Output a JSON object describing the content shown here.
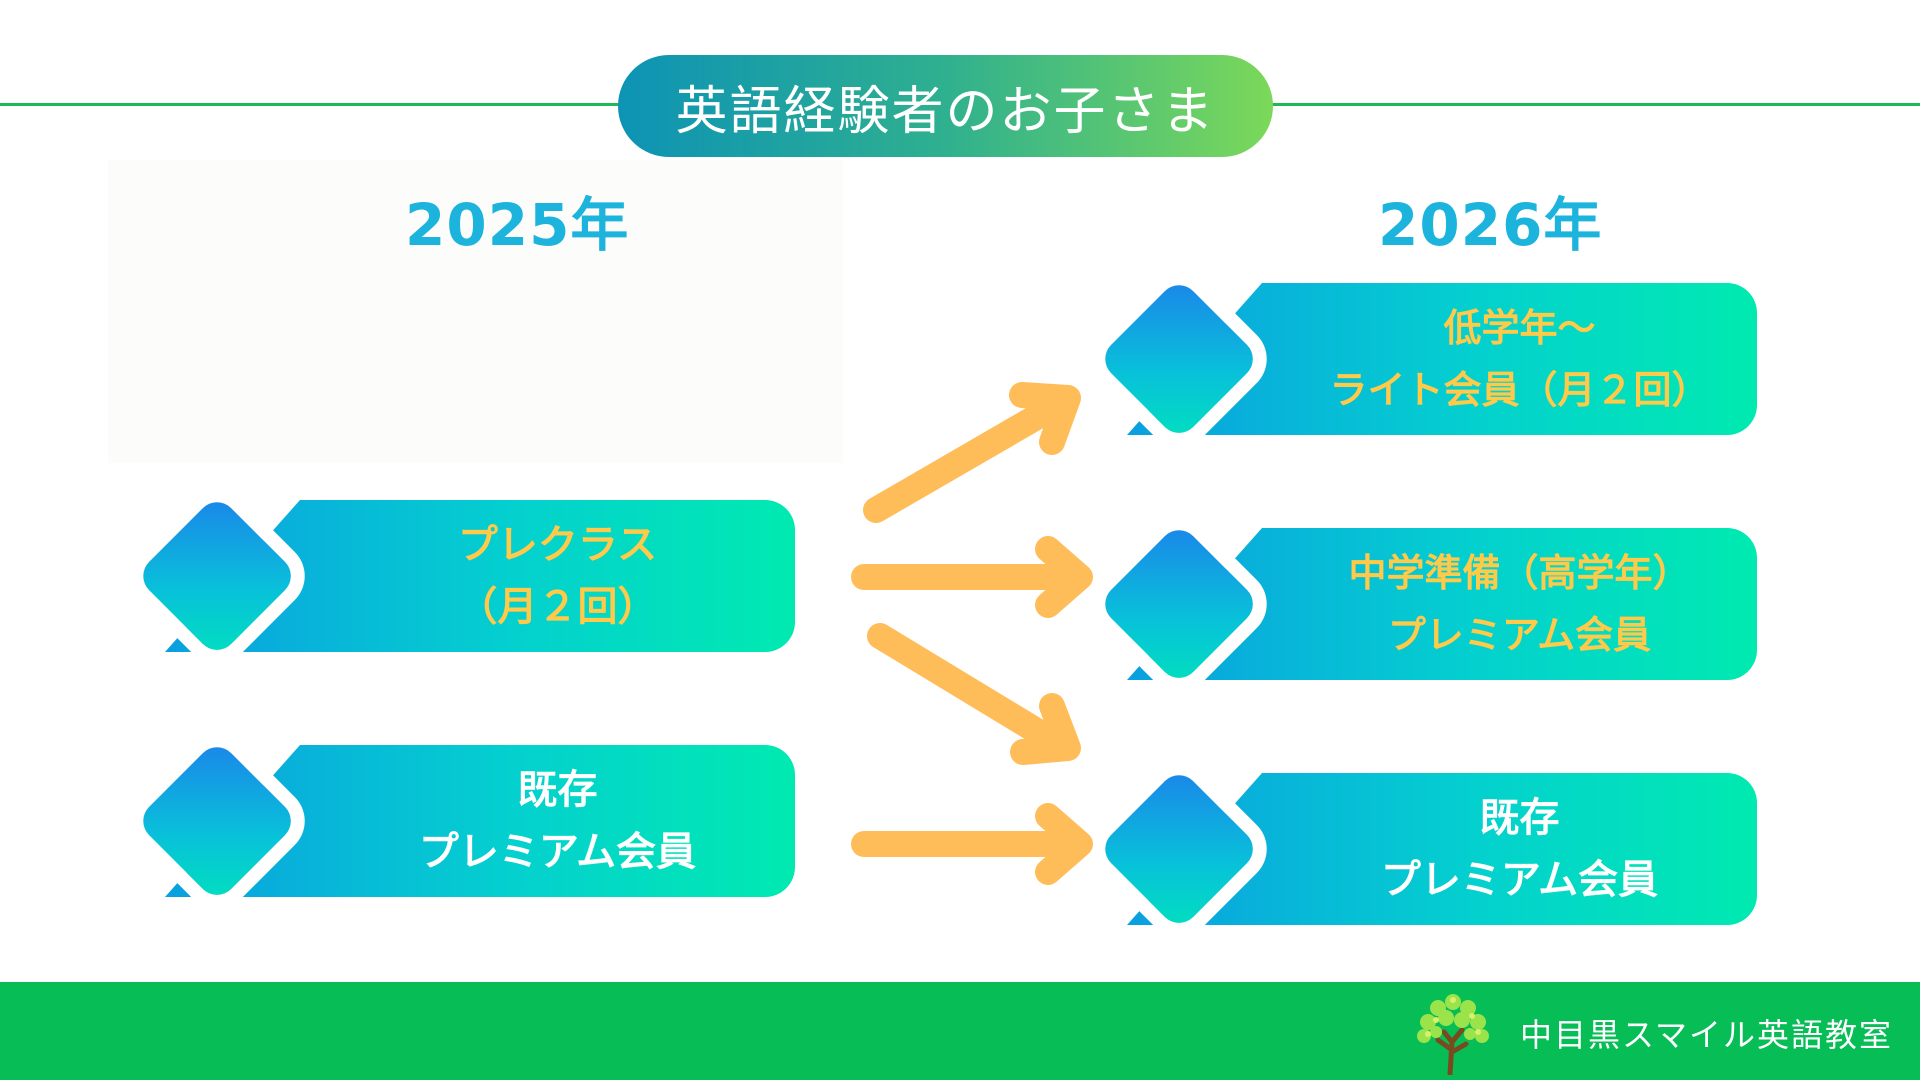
{
  "header": {
    "title": "英語経験者のお子さま"
  },
  "columns": {
    "left_year": "2025年",
    "right_year": "2026年"
  },
  "left_cards": [
    {
      "line1": "プレクラス",
      "line2": "（月２回）"
    },
    {
      "line1": "既存",
      "line2": "プレミアム会員"
    }
  ],
  "right_cards": [
    {
      "line1": "低学年～",
      "line2": "ライト会員（月２回）"
    },
    {
      "line1": "中学準備（高学年）",
      "line2": "プレミアム会員"
    },
    {
      "line1": "既存",
      "line2": "プレミアム会員"
    }
  ],
  "colors": {
    "accent_green": "#1db954",
    "footer_green": "#06bd56",
    "year_blue": "#1cb4dd",
    "label_gold": "#ffc94a",
    "arrow_orange": "#ffbd59"
  },
  "footer": {
    "logo_icon": "tree-icon",
    "school_name": "中目黒スマイル英語教室"
  }
}
